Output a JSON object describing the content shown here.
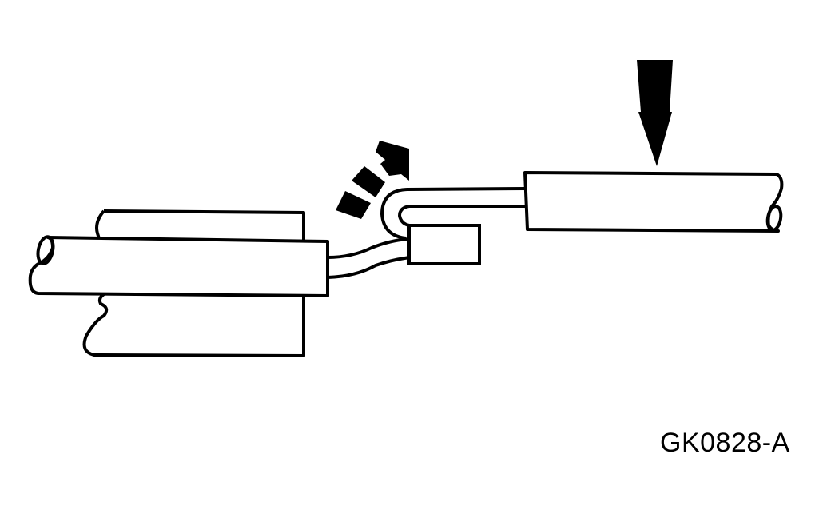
{
  "figure": {
    "id_label": "GK0828-A",
    "colors": {
      "stroke": "#000000",
      "fill": "#ffffff",
      "arrow": "#000000"
    },
    "elements": {
      "left_tube": "tube-held-in-vise",
      "vise_jaw": "vise-jaw-block",
      "connector_wire": "bent-wire-segment",
      "small_block": "connector-block",
      "curved_bend": "hairpin-bend",
      "right_tube": "tube-being-pressed",
      "curved_arrow": "dashed-curved-direction-arrow",
      "down_arrow": "downward-force-arrow"
    }
  }
}
